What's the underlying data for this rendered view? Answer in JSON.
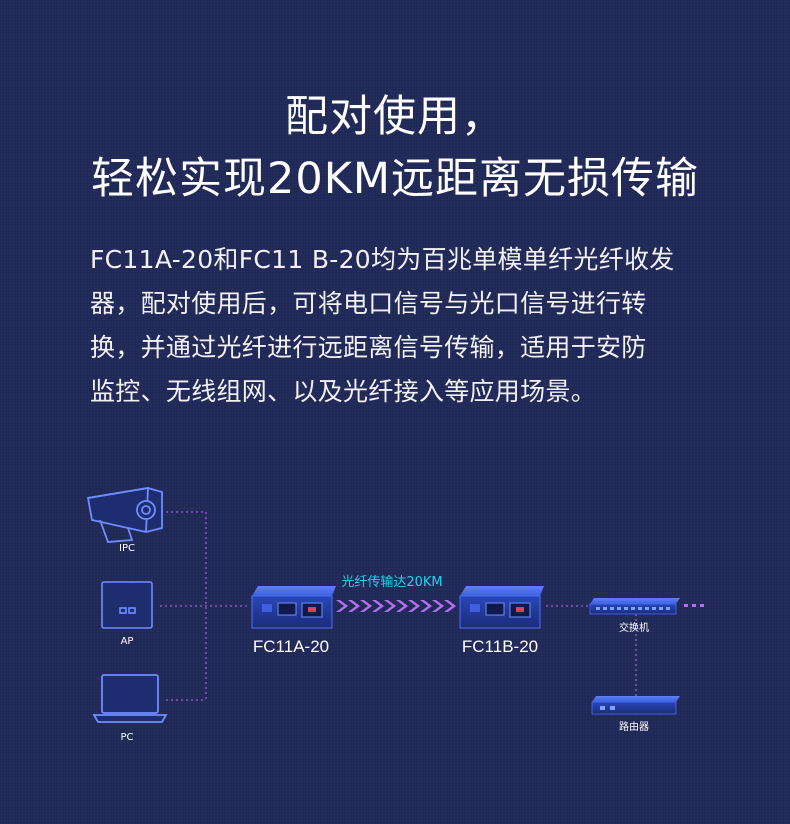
{
  "headline": {
    "line1": "配对使用，",
    "line2": "轻松实现20KM远距离无损传输"
  },
  "description": {
    "lines": [
      "FC11A-20和FC11 B-20均为百兆单模单纤光纤收发",
      "器，配对使用后，可将电口信号与光口信号进行转",
      "换，并通过光纤进行远距离信号传输，适用于安防",
      "监控、无线组网、以及光纤接入等应用场景。"
    ]
  },
  "diagram": {
    "devices": {
      "ipc": "IPC",
      "ap": "AP",
      "pc": "PC",
      "switch": "交换机",
      "router": "路由器"
    },
    "transceiver_a": "FC11A-20",
    "transceiver_b": "FC11B-20",
    "fiber_label": "光纤传输达20KM"
  },
  "colors": {
    "background": "#1f2856",
    "device_blue": "#3b5fd6",
    "device_dark": "#1c2c7a",
    "fiber_accent": "#22d3ee",
    "link_purple": "#9b5fd6",
    "chevron_purple": "#b56cf2"
  }
}
